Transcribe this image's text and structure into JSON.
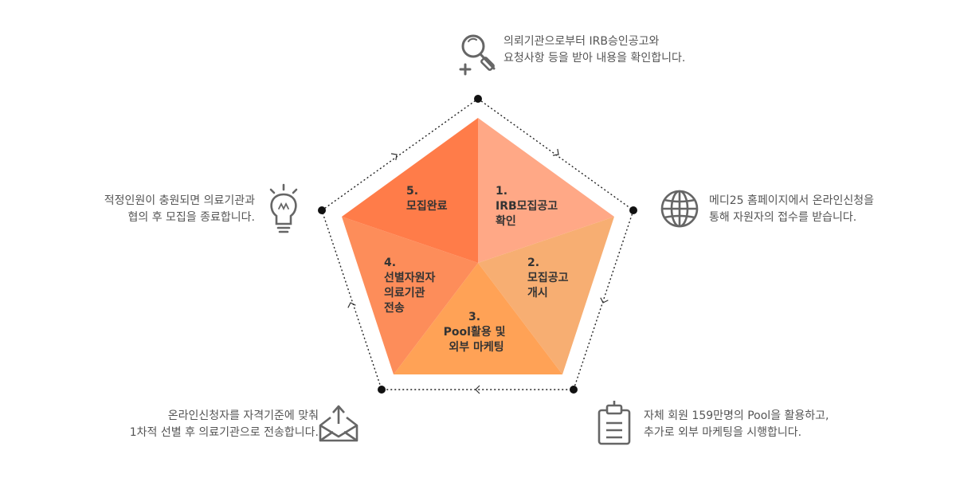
{
  "steps": [
    {
      "number": "1.",
      "lines": [
        "IRB모집공고",
        "확인"
      ],
      "color": "#ffa886"
    },
    {
      "number": "2.",
      "lines": [
        "모집공고",
        "개시"
      ],
      "color": "#f7ae72"
    },
    {
      "number": "3.",
      "lines": [
        "Pool활용 및",
        "외부 마케팅"
      ],
      "color": "#ffa256"
    },
    {
      "number": "4.",
      "lines": [
        "선별자원자",
        "의료기관",
        "전송"
      ],
      "color": "#fd8d5a"
    },
    {
      "number": "5.",
      "lines": [
        "모집완료"
      ],
      "color": "#ff7c49"
    }
  ],
  "descriptions": {
    "top": {
      "icon": "search-plus-icon",
      "lines": [
        "의뢰기관으로부터 IRB승인공고와",
        "요청사항 등을 받아 내용을 확인합니다."
      ]
    },
    "right": {
      "icon": "globe-icon",
      "lines": [
        "메디25 홈페이지에서 온라인신청을",
        "통해 자원자의 접수를 받습니다."
      ]
    },
    "bottom_right": {
      "icon": "clipboard-icon",
      "lines": [
        "자체 회원 159만명의 Pool을 활용하고,",
        "추가로 외부 마케팅을 시행합니다."
      ]
    },
    "bottom_left": {
      "icon": "mail-upload-icon",
      "lines": [
        "온라인신청자를 자격기준에 맞춰",
        "1차적 선별 후 의료기관으로 전송합니다."
      ]
    },
    "left": {
      "icon": "lightbulb-icon",
      "lines": [
        "적정인원이 충원되면 의료기관과",
        "협의 후 모집을 종료합니다."
      ]
    }
  },
  "colors": {
    "icon": "#666666",
    "text": "#555555",
    "outline": "#222222"
  }
}
